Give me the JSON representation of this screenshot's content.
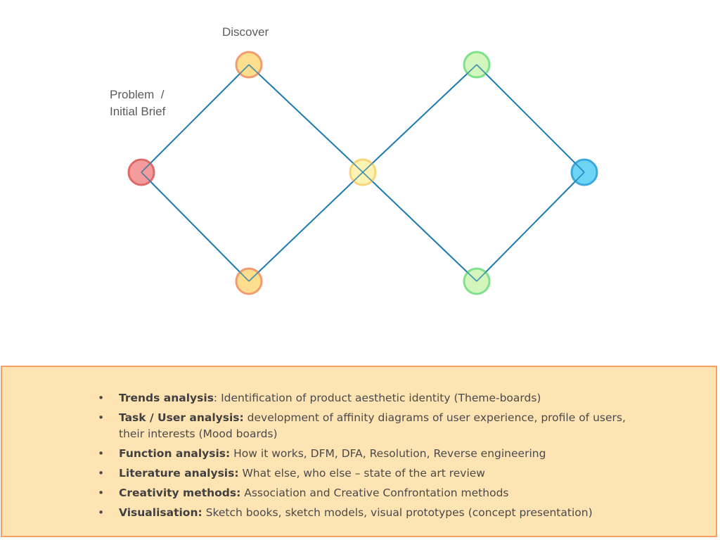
{
  "diagram": {
    "labels": {
      "discover": "Discover",
      "problem_line1": "Problem  /",
      "problem_line2": "Initial Brief"
    },
    "line_color": "#1f7bb0",
    "nodes": [
      {
        "name": "problem-node",
        "fill": "#f28b8b",
        "stroke": "#e06a6a"
      },
      {
        "name": "discover-top-node",
        "fill": "#fbd87a",
        "stroke": "#f09c6e"
      },
      {
        "name": "discover-bottom-node",
        "fill": "#fbd87a",
        "stroke": "#f09c6e"
      },
      {
        "name": "middle-node",
        "fill": "#fdf1a6",
        "stroke": "#f6d67a"
      },
      {
        "name": "deliver-top-node",
        "fill": "#cbf5b2",
        "stroke": "#7fe08e"
      },
      {
        "name": "deliver-bottom-node",
        "fill": "#cbf5b2",
        "stroke": "#7fe08e"
      },
      {
        "name": "solution-node",
        "fill": "#55ccf5",
        "stroke": "#3aa9dc"
      }
    ]
  },
  "notes": {
    "background": "#fee3b3",
    "border": "#f4a062",
    "items": [
      {
        "title": "Trends analysis",
        "text": ": Identification of product aesthetic identity (Theme-boards)"
      },
      {
        "title": "Task / User analysis:",
        "text": " development of affinity diagrams of user experience, profile of users, their interests (Mood boards)"
      },
      {
        "title": "Function analysis:",
        "text": " How it works, DFM, DFA, Resolution, Reverse engineering"
      },
      {
        "title": "Literature analysis:",
        "text": " What else, who else – state of the art review"
      },
      {
        "title": "Creativity methods:",
        "text": " Association and Creative Confrontation methods"
      },
      {
        "title": "Visualisation:",
        "text": " Sketch books, sketch models, visual prototypes (concept presentation)"
      }
    ]
  }
}
